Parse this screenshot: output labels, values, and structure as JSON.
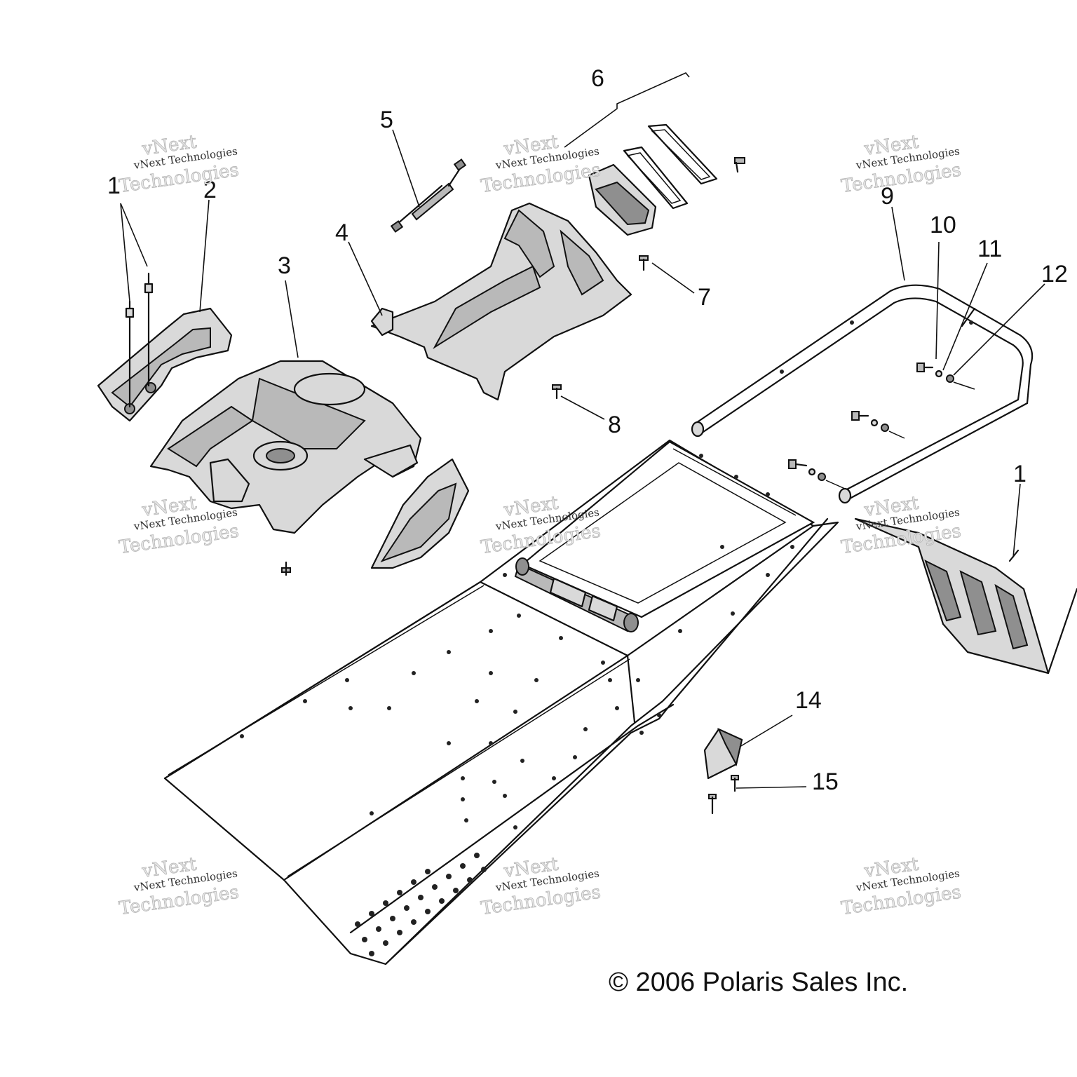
{
  "callouts": {
    "c1a": "1",
    "c2": "2",
    "c3": "3",
    "c4": "4",
    "c5": "5",
    "c6": "6",
    "c7": "7",
    "c8": "8",
    "c9": "9",
    "c10": "10",
    "c11": "11",
    "c12": "12",
    "c1b": "1",
    "c14": "14",
    "c15": "15"
  },
  "watermark": {
    "line1": "vNext Technologies",
    "line2": "Technologies",
    "line3": "vNext"
  },
  "copyright": "© 2006 Polaris Sales Inc."
}
